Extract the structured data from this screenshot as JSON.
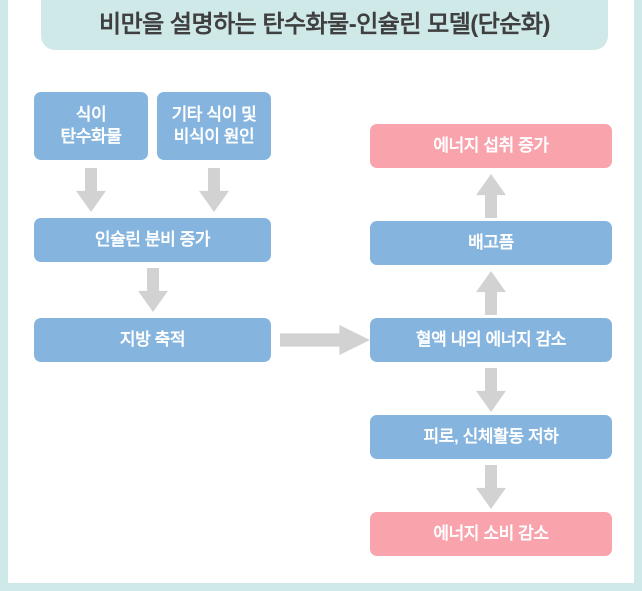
{
  "colors": {
    "frame": "#cfe8e8",
    "banner": "#cfe8e8",
    "page": "#ffffff",
    "node_blue": "#85b5de",
    "node_pink": "#f9a3ad",
    "arrow_grey": "#d2d2d2",
    "title_text": "#3f3f3f",
    "node_text": "#ffffff"
  },
  "header": {
    "title": "비만을 설명하는 탄수화물-인슐린 모델(단순화)"
  },
  "diagram": {
    "type": "flowchart",
    "nodes": {
      "dietary_carbohydrate": "식이\n탄수화물",
      "other_dietary_and_nondietary": "기타 식이 및\n비식이 원인",
      "insulin_secretion_increase": "인슐린 분비 증가",
      "fat_accumulation": "지방 축적",
      "blood_energy_decrease": "혈액 내의 에너지 감소",
      "hunger": "배고픔",
      "energy_intake_increase": "에너지 섭취 증가",
      "fatigue_reduced_activity": "피로, 신체활동 저하",
      "energy_expenditure_decrease": "에너지 소비 감소"
    }
  }
}
